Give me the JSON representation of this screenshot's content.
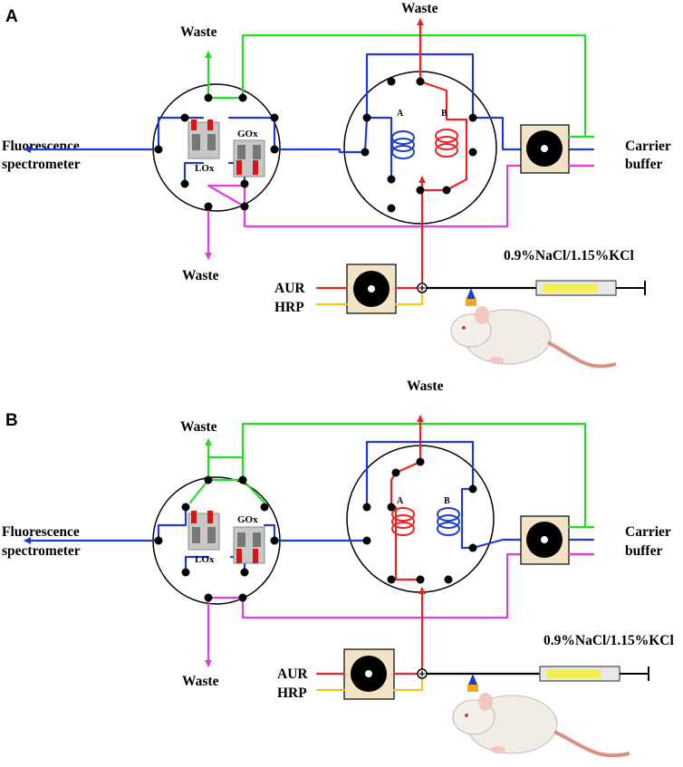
{
  "colors": {
    "green": "#22dd22",
    "blue": "#1f3cc8",
    "red": "#ee2222",
    "magenta": "#e23ce2",
    "yellow": "#f5c518",
    "black": "#000000",
    "pump_box": "#f3e3c6",
    "cartridge": "#c8c8c8",
    "syringe_fluid": "#f2ef52"
  },
  "panels": [
    {
      "letter": "A",
      "waste_top_center": "Waste",
      "waste_top_left": "Waste",
      "waste_bottom_left": "Waste",
      "detector": [
        "Fluorescence",
        "spectrometer"
      ],
      "carrier": [
        "Carrier",
        "buffer"
      ],
      "saline": "0.9%NaCl/1.15%KCl",
      "reagent_aur": "AUR",
      "reagent_hrp": "HRP",
      "coil_a": "A",
      "coil_b": "B",
      "enzyme_lox": "LOx",
      "enzyme_gox": "GOx",
      "coil_a_color": "blue",
      "coil_b_color": "red"
    },
    {
      "letter": "B",
      "waste_top_center": "Waste",
      "waste_top_left": "Waste",
      "waste_bottom_left": "Waste",
      "detector": [
        "Fluorescence",
        "spectrometer"
      ],
      "carrier": [
        "Carrier",
        "buffer"
      ],
      "saline": "0.9%NaCl/1.15%KCl",
      "reagent_aur": "AUR",
      "reagent_hrp": "HRP",
      "coil_a": "A",
      "coil_b": "B",
      "enzyme_lox": "LOx",
      "enzyme_gox": "GOx",
      "coil_a_color": "red",
      "coil_b_color": "blue"
    }
  ]
}
